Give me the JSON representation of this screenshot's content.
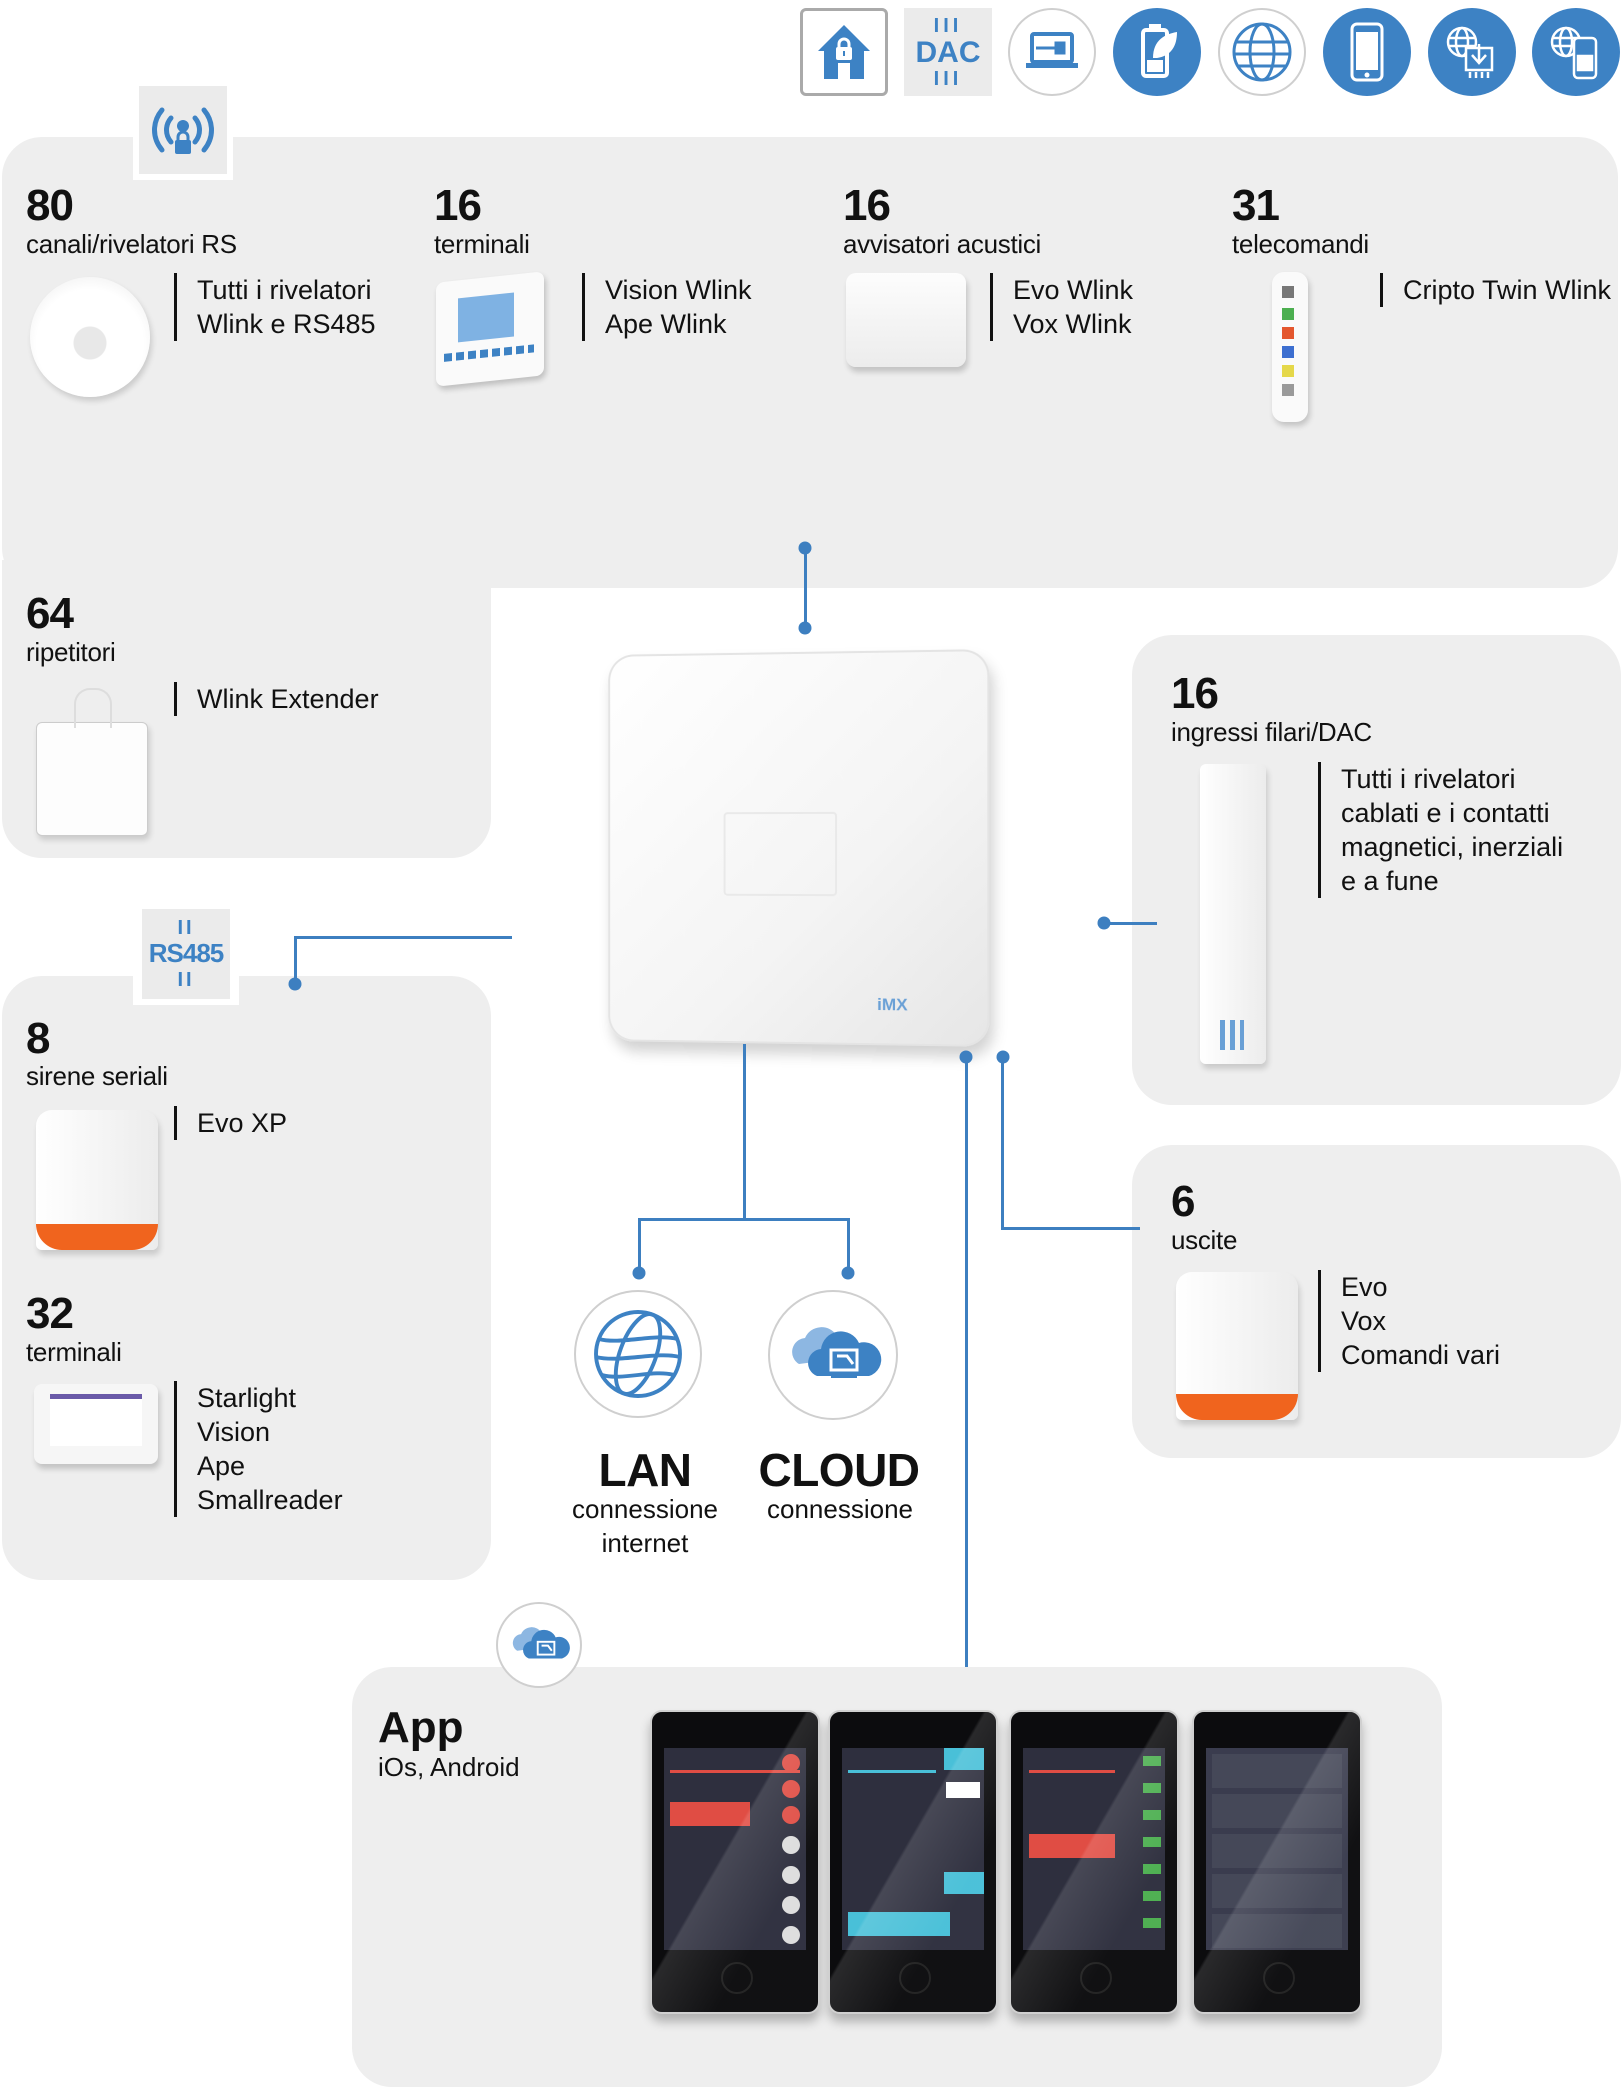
{
  "top_icons": [
    {
      "name": "home-lock-icon",
      "label": ""
    },
    {
      "name": "dac-icon",
      "label": "DAC"
    },
    {
      "name": "laptop-cable-icon",
      "label": ""
    },
    {
      "name": "battery-eco-icon",
      "label": ""
    },
    {
      "name": "globe-icon",
      "label": ""
    },
    {
      "name": "smartphone-icon",
      "label": ""
    },
    {
      "name": "globe-firmware-icon",
      "label": ""
    },
    {
      "name": "globe-phone-icon",
      "label": ""
    }
  ],
  "wireless_panel": {
    "badge_icon": "wireless-lock-icon",
    "groups": [
      {
        "count": "80",
        "caption": "canali/rivelatori RS",
        "models": [
          "Tutti i rivelatori",
          "Wlink e RS485"
        ]
      },
      {
        "count": "16",
        "caption": "terminali",
        "models": [
          "Vision Wlink",
          "Ape Wlink"
        ]
      },
      {
        "count": "16",
        "caption": "avvisatori acustici",
        "models": [
          "Evo Wlink",
          "Vox Wlink"
        ]
      },
      {
        "count": "31",
        "caption": "telecomandi",
        "models": [
          "Cripto Twin Wlink"
        ]
      },
      {
        "count": "64",
        "caption": "ripetitori",
        "models": [
          "Wlink Extender"
        ]
      }
    ]
  },
  "rs485_panel": {
    "badge_label": "RS485",
    "groups": [
      {
        "count": "8",
        "caption": "sirene seriali",
        "models": [
          "Evo XP"
        ]
      },
      {
        "count": "32",
        "caption": "terminali",
        "models": [
          "Starlight",
          "Vision",
          "Ape",
          "Smallreader"
        ]
      }
    ]
  },
  "wired_panel": {
    "count": "16",
    "caption": "ingressi filari/DAC",
    "models": [
      "Tutti i rivelatori",
      "cablati e i contatti",
      "magnetici, inerziali",
      "e a fune"
    ]
  },
  "outputs_panel": {
    "count": "6",
    "caption": "uscite",
    "models": [
      "Evo",
      "Vox",
      "Comandi vari"
    ]
  },
  "central_unit": {
    "brand_mark": "iMX"
  },
  "connections": [
    {
      "title": "LAN",
      "lines": [
        "connessione",
        "internet"
      ],
      "icon": "globe-icon"
    },
    {
      "title": "CLOUD",
      "lines": [
        "connessione"
      ],
      "icon": "cloud-icon"
    }
  ],
  "app_panel": {
    "title": "App",
    "subtitle": "iOs, Android",
    "badge_icon": "cloud-icon",
    "phones": 4
  },
  "colors": {
    "accent": "#3d82c4",
    "panel": "#eeeeee",
    "siren_orange": "#f0641e"
  }
}
